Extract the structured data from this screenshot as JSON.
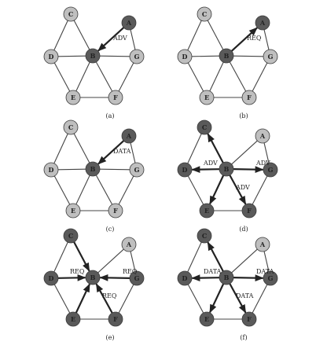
{
  "colors": {
    "light": "#bfbfbf",
    "medium": "#8f8f8f",
    "dark": "#5a5a5a",
    "stroke": "#3a3a3a",
    "edge": "#444444",
    "text": "#222222"
  },
  "nodes": [
    "A",
    "B",
    "C",
    "D",
    "E",
    "F",
    "G"
  ],
  "edges": [
    [
      "A",
      "B"
    ],
    [
      "C",
      "B"
    ],
    [
      "D",
      "B"
    ],
    [
      "G",
      "B"
    ],
    [
      "E",
      "B"
    ],
    [
      "F",
      "B"
    ],
    [
      "C",
      "D"
    ],
    [
      "D",
      "E"
    ],
    [
      "E",
      "F"
    ],
    [
      "F",
      "G"
    ],
    [
      "A",
      "G"
    ]
  ],
  "panels": [
    {
      "caption": "(a)",
      "shades": {
        "A": "dark",
        "B": "dark",
        "C": "light",
        "D": "light",
        "E": "light",
        "F": "light",
        "G": "light"
      },
      "arrows": [
        {
          "from": "A",
          "to": "B"
        }
      ],
      "labels": [
        "ADV"
      ]
    },
    {
      "caption": "(b)",
      "shades": {
        "A": "dark",
        "B": "dark",
        "C": "light",
        "D": "light",
        "E": "light",
        "F": "light",
        "G": "light"
      },
      "arrows": [
        {
          "from": "B",
          "to": "A"
        }
      ],
      "labels": [
        "REQ"
      ]
    },
    {
      "caption": "(c)",
      "shades": {
        "A": "dark",
        "B": "dark",
        "C": "light",
        "D": "light",
        "E": "light",
        "F": "light",
        "G": "light"
      },
      "arrows": [
        {
          "from": "A",
          "to": "B"
        }
      ],
      "labels": [
        "DATA"
      ]
    },
    {
      "caption": "(d)",
      "shades": {
        "A": "light",
        "B": "dark",
        "C": "dark",
        "D": "dark",
        "E": "dark",
        "F": "dark",
        "G": "dark"
      },
      "arrows": [
        {
          "from": "B",
          "to": "C"
        },
        {
          "from": "B",
          "to": "D"
        },
        {
          "from": "B",
          "to": "G"
        },
        {
          "from": "B",
          "to": "E"
        },
        {
          "from": "B",
          "to": "F"
        }
      ],
      "labels": [
        "ADV",
        "ADV",
        "ADV"
      ]
    },
    {
      "caption": "(e)",
      "shades": {
        "A": "light",
        "B": "dark",
        "C": "dark",
        "D": "dark",
        "E": "dark",
        "F": "dark",
        "G": "dark"
      },
      "arrows": [
        {
          "from": "C",
          "to": "B"
        },
        {
          "from": "D",
          "to": "B"
        },
        {
          "from": "G",
          "to": "B"
        },
        {
          "from": "E",
          "to": "B"
        },
        {
          "from": "F",
          "to": "B"
        }
      ],
      "labels": [
        "REQ",
        "REQ",
        "REQ"
      ]
    },
    {
      "caption": "(f)",
      "shades": {
        "A": "light",
        "B": "dark",
        "C": "dark",
        "D": "dark",
        "E": "dark",
        "F": "dark",
        "G": "dark"
      },
      "arrows": [
        {
          "from": "B",
          "to": "C"
        },
        {
          "from": "B",
          "to": "D"
        },
        {
          "from": "B",
          "to": "G"
        },
        {
          "from": "B",
          "to": "E"
        },
        {
          "from": "B",
          "to": "F"
        }
      ],
      "labels": [
        "DATA",
        "DATA",
        "DATA"
      ]
    }
  ]
}
